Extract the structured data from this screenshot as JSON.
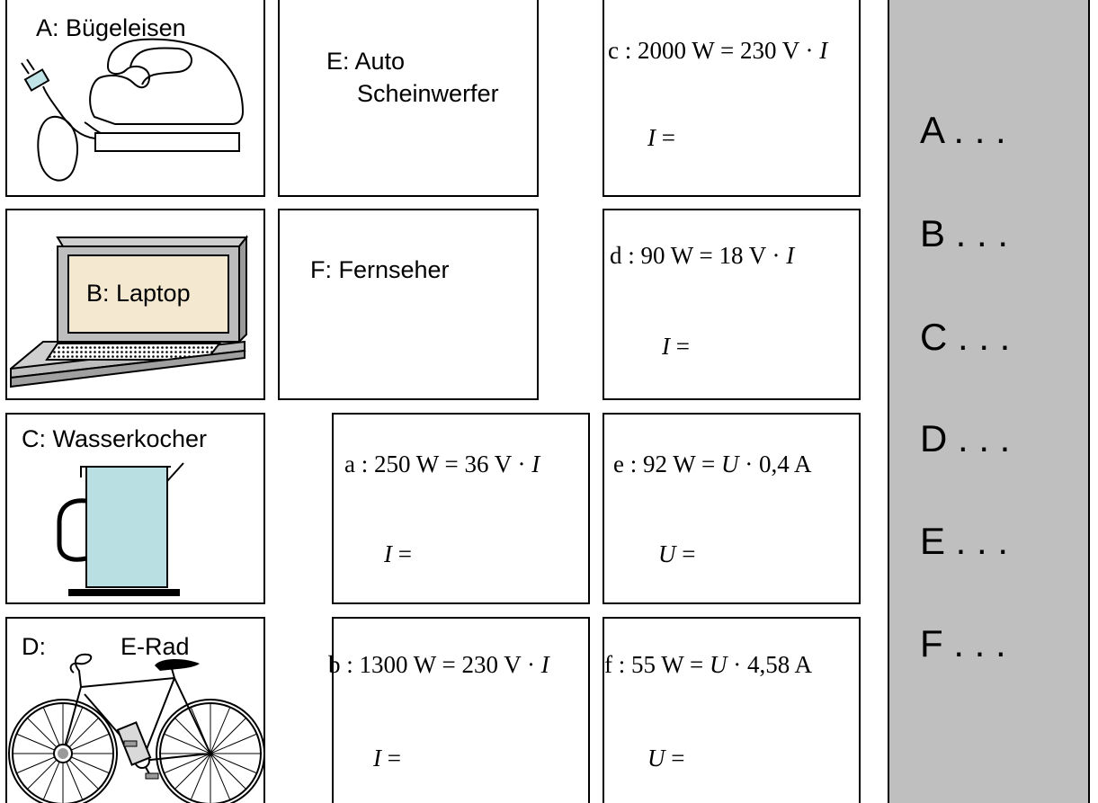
{
  "devices": {
    "a": "A:  Bügeleisen",
    "b": "B:  Laptop",
    "c": "C:  Wasserkocher",
    "d_letter": "D:",
    "d_name": "E-Rad",
    "e_line1": "E:  Auto",
    "e_line2": "Scheinwerfer",
    "f": "F:  Fernseher"
  },
  "equations": {
    "c": {
      "label": "c : ",
      "text": "2000 W = 230 V · ",
      "unknown": "I",
      "answer_var": "I",
      "answer_eq": " ="
    },
    "d": {
      "label": "d : ",
      "text": " 90 W = 18 V · ",
      "unknown": "I",
      "answer_var": "I",
      "answer_eq": " ="
    },
    "a": {
      "label": "a : ",
      "text": " 250 W = 36 V · ",
      "unknown": "I",
      "answer_var": "I",
      "answer_eq": " ="
    },
    "e": {
      "label": "e : ",
      "text": " 92 W = ",
      "unknown": "U",
      "tail": " · 0,4 A",
      "answer_var": "U",
      "answer_eq": " ="
    },
    "b": {
      "label": "b : ",
      "text": " 1300 W = 230 V · ",
      "unknown": "I",
      "answer_var": "I",
      "answer_eq": " ="
    },
    "f": {
      "label": "f : ",
      "text": " 55 W = ",
      "unknown": "U",
      "tail": " · 4,58 A",
      "answer_var": "U",
      "answer_eq": " ="
    }
  },
  "answers_panel": {
    "rows": [
      "A . . .",
      "B . . .",
      "C . . .",
      "D . . .",
      "E . . .",
      "F . . ."
    ]
  }
}
